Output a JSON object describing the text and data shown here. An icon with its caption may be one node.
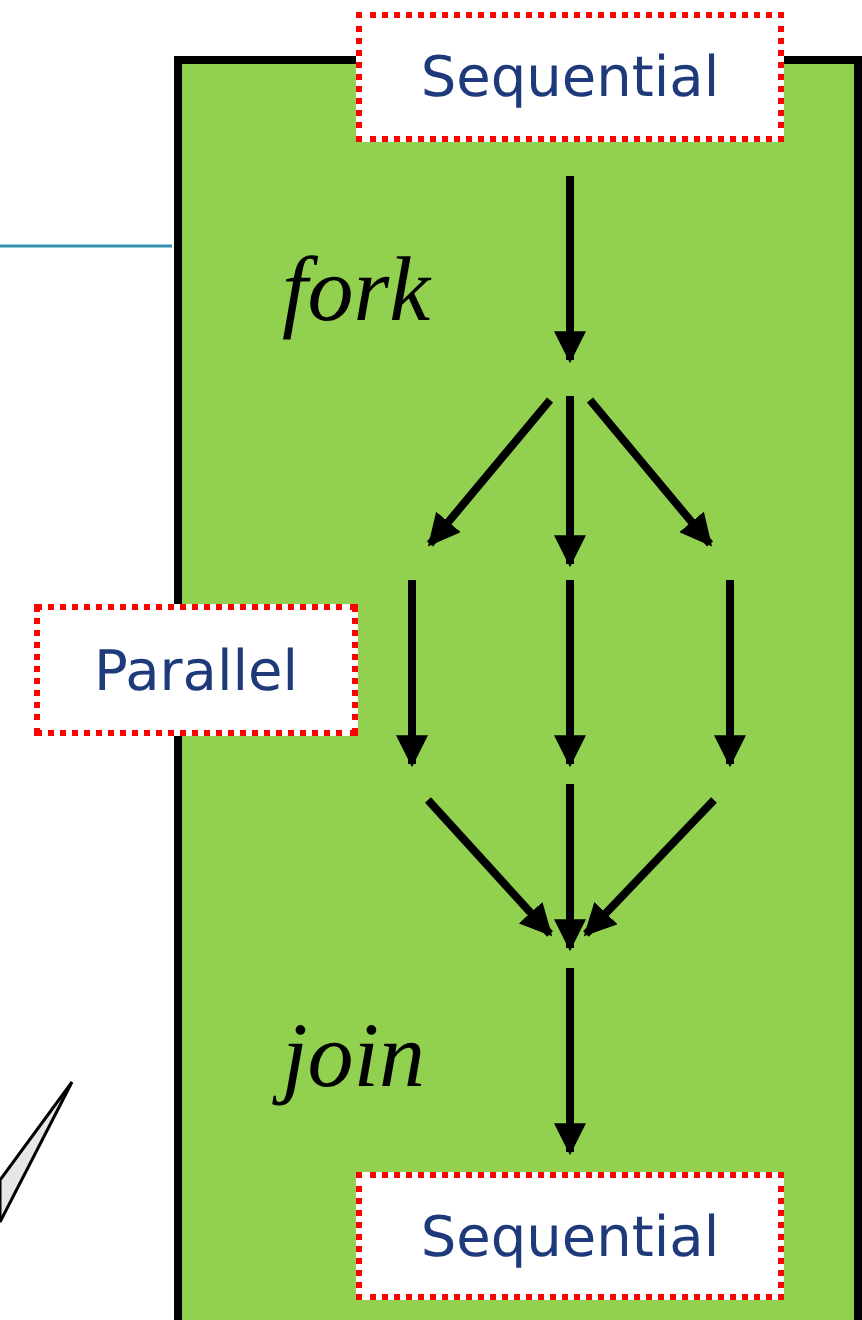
{
  "diagram": {
    "nodes": [
      {
        "text": [
          "fork",
          "join"
        ]
      },
      {
        "text": [
          "Sequential"
        ]
      },
      {
        "text": [
          "Parallel"
        ]
      },
      {
        "text": [
          "Sequential"
        ],
        "in": 0
      },
      {
        "text": [],
        "shape": "triangle"
      }
    ]
  }
}
